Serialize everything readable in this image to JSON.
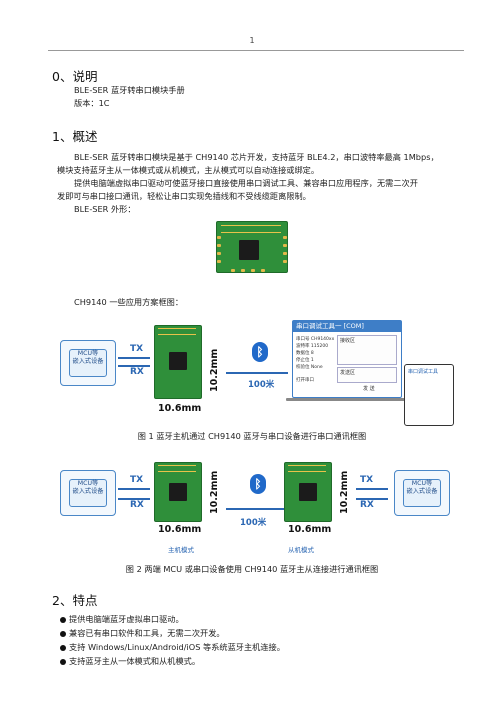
{
  "page": {
    "number": "1"
  },
  "section0": {
    "heading": "0、说明",
    "lines": [
      "BLE-SER 蓝牙转串口模块手册",
      "版本：1C"
    ]
  },
  "section1": {
    "heading": "1、概述",
    "para1_line1": "BLE-SER 蓝牙转串口模块是基于 CH9140 芯片开发，支持蓝牙 BLE4.2，串口波特率最高 1Mbps，",
    "para1_line2": "模块支持蓝牙主从一体模式或从机模式，主从模式可以自动连接或绑定。",
    "para2_line1": "提供电脑端虚拟串口驱动可使蓝牙接口直接使用串口调试工具、兼容串口应用程序，无需二次开",
    "para2_line2": "发即可与串口接口通讯，轻松让串口实现免插线和不受线缆距离限制。",
    "shape_label": "BLE-SER 外形：",
    "app_label": "CH9140 一些应用方案框图："
  },
  "figure1": {
    "mcu_label_line1": "MCU等",
    "mcu_label_line2": "嵌入式设备",
    "tx": "TX",
    "rx": "RX",
    "height_dim": "10.2mm",
    "width_dim": "10.6mm",
    "distance": "100米",
    "bluetooth_symbol": "ᛒ",
    "tool_title": "串口调试工具一 [COM]",
    "tool_recv": "接收区",
    "tool_send": "发送区",
    "tool_send_btn": "发 送",
    "tool_rows": [
      "串口号 CH9140xx",
      "波特率 115200",
      "数据位 8",
      "停止位 1",
      "校验位 None"
    ],
    "tool_open": "打开串口",
    "phone_title": "串口调试工具",
    "caption": "图 1 蓝牙主机通过 CH9140 蓝牙与串口设备进行串口通讯框图"
  },
  "figure2": {
    "mcu_label_line1": "MCU等",
    "mcu_label_line2": "嵌入式设备",
    "tx": "TX",
    "rx": "RX",
    "height_dim": "10.2mm",
    "width_dim": "10.6mm",
    "distance": "100米",
    "bluetooth_symbol": "ᛒ",
    "master_mode": "主机模式",
    "slave_mode": "从机模式",
    "caption": "图 2 两端 MCU 或串口设备使用 CH9140 蓝牙主从连接进行通讯框图"
  },
  "section2": {
    "heading": "2、特点",
    "bullets": [
      "提供电脑端蓝牙虚拟串口驱动。",
      "兼容已有串口软件和工具，无需二次开发。",
      "支持 Windows/Linux/Android/iOS 等系统蓝牙主机连接。",
      "支持蓝牙主从一体模式和从机模式。"
    ]
  }
}
